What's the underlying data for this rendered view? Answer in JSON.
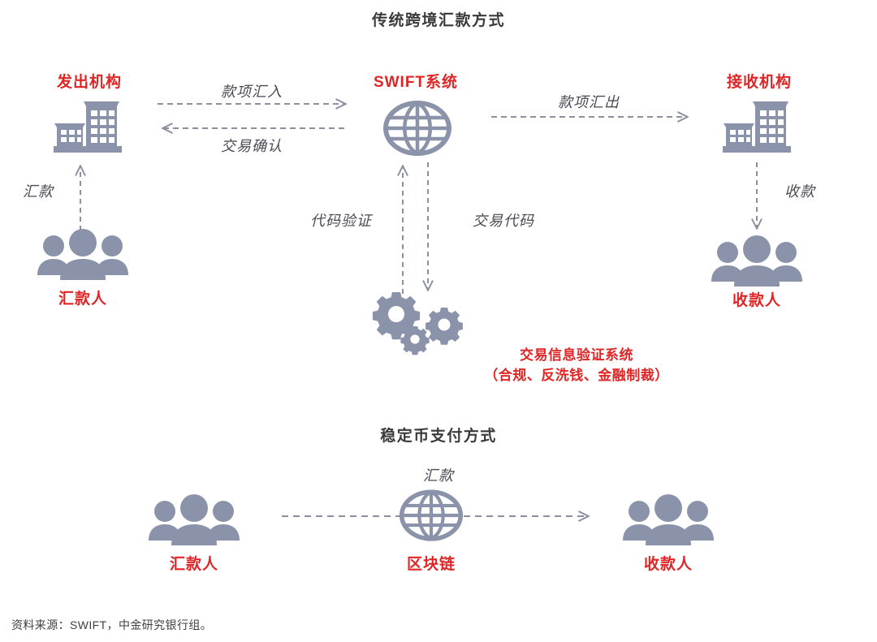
{
  "figure": {
    "sections": [
      {
        "id": "traditional",
        "title": "传统跨境汇款方式"
      },
      {
        "id": "stablecoin",
        "title": "稳定币支付方式"
      }
    ],
    "source_note": "资料来源：SWIFT，中金研究银行组。"
  },
  "colors": {
    "icon_blue_gray": "#8b93ab",
    "label_red": "#e02526",
    "title_gray": "#3a3a3a",
    "edge_label_gray": "#4b4b55",
    "arrow_gray": "#8b90a0"
  },
  "traditional": {
    "nodes": {
      "sending_institution": {
        "label": "发出机构",
        "icon": "bank-building-icon"
      },
      "swift_system": {
        "label": "SWIFT系统",
        "icon": "globe-icon"
      },
      "receiving_institution": {
        "label": "接收机构",
        "icon": "bank-building-icon"
      },
      "remitter": {
        "label": "汇款人",
        "icon": "people-group-icon"
      },
      "payee": {
        "label": "收款人",
        "icon": "people-group-icon"
      },
      "verification_system": {
        "label_line1": "交易信息验证系统",
        "label_line2": "（合规、反洗钱、金融制裁）",
        "icon": "gears-icon"
      }
    },
    "edges": [
      {
        "id": "remitter-to-sending",
        "label": "汇款",
        "direction": "up"
      },
      {
        "id": "sending-to-swift",
        "label": "款项汇入",
        "direction": "right"
      },
      {
        "id": "swift-to-sending",
        "label": "交易确认",
        "direction": "left"
      },
      {
        "id": "swift-to-receiving",
        "label": "款项汇出",
        "direction": "right"
      },
      {
        "id": "receiving-to-payee",
        "label": "收款",
        "direction": "down"
      },
      {
        "id": "verify-to-swift",
        "label": "代码验证",
        "direction": "up"
      },
      {
        "id": "swift-to-verify",
        "label": "交易代码",
        "direction": "down"
      }
    ]
  },
  "stablecoin": {
    "nodes": {
      "remitter": {
        "label": "汇款人",
        "icon": "people-group-icon"
      },
      "blockchain": {
        "label": "区块链",
        "icon": "globe-icon"
      },
      "payee": {
        "label": "收款人",
        "icon": "people-group-icon"
      }
    },
    "edges": [
      {
        "id": "remitter-to-payee",
        "label": "汇款",
        "direction": "right"
      }
    ]
  }
}
